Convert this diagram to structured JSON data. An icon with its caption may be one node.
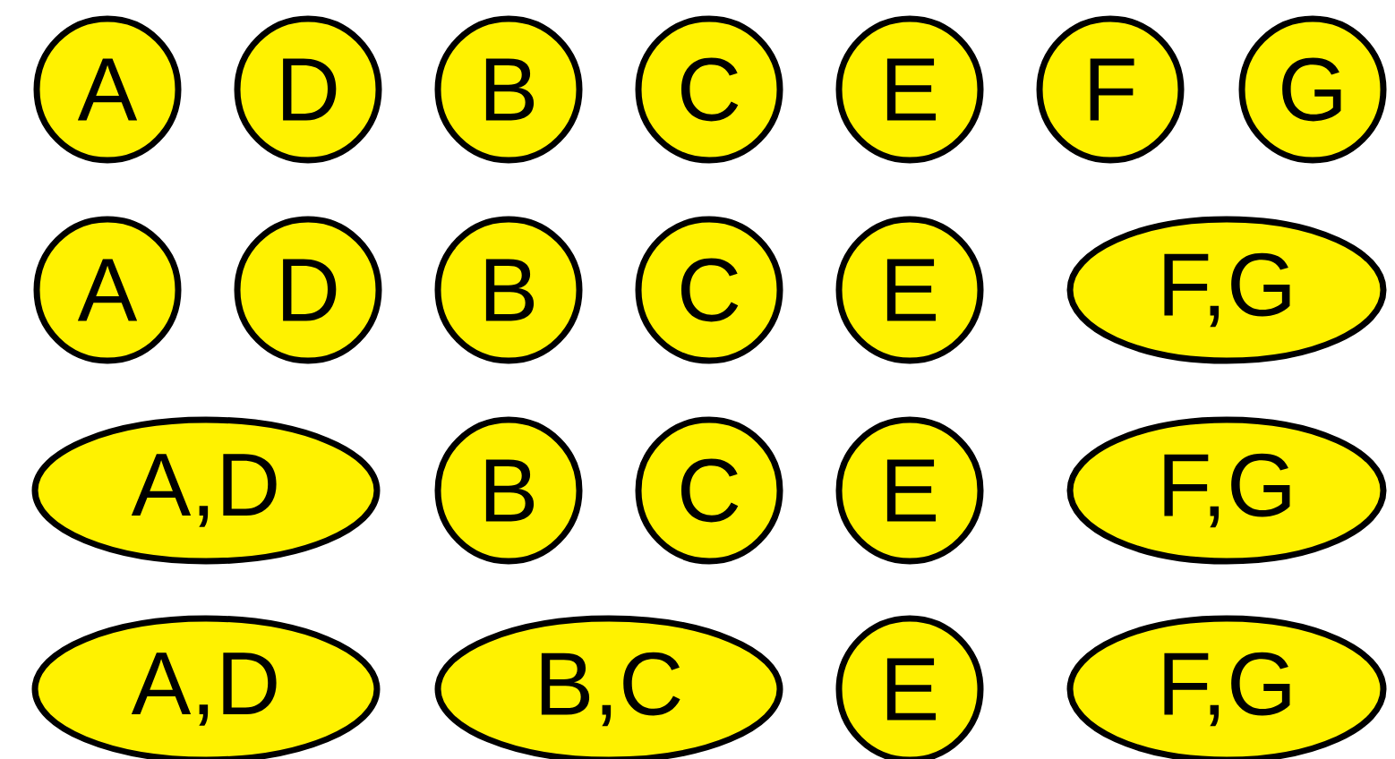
{
  "diagram": {
    "nodes": [
      {
        "text": [
          "A"
        ]
      },
      {
        "text": [
          "D"
        ]
      },
      {
        "text": [
          "B"
        ]
      },
      {
        "text": [
          "C"
        ]
      },
      {
        "text": [
          "E"
        ]
      },
      {
        "text": [
          "F"
        ]
      },
      {
        "text": [
          "G"
        ]
      },
      {
        "text": [
          "A"
        ]
      },
      {
        "text": [
          "D"
        ]
      },
      {
        "text": [
          "B"
        ]
      },
      {
        "text": [
          "C"
        ]
      },
      {
        "text": [
          "E"
        ]
      },
      {
        "text": [
          "F,G"
        ]
      },
      {
        "text": [
          "A,D"
        ]
      },
      {
        "text": [
          "B"
        ]
      },
      {
        "text": [
          "C"
        ]
      },
      {
        "text": [
          "E"
        ]
      },
      {
        "text": [
          "F,G"
        ]
      },
      {
        "text": [
          "A,D"
        ]
      },
      {
        "text": [
          "B,C"
        ]
      },
      {
        "text": [
          "E"
        ]
      },
      {
        "text": [
          "F,G"
        ]
      }
    ]
  }
}
